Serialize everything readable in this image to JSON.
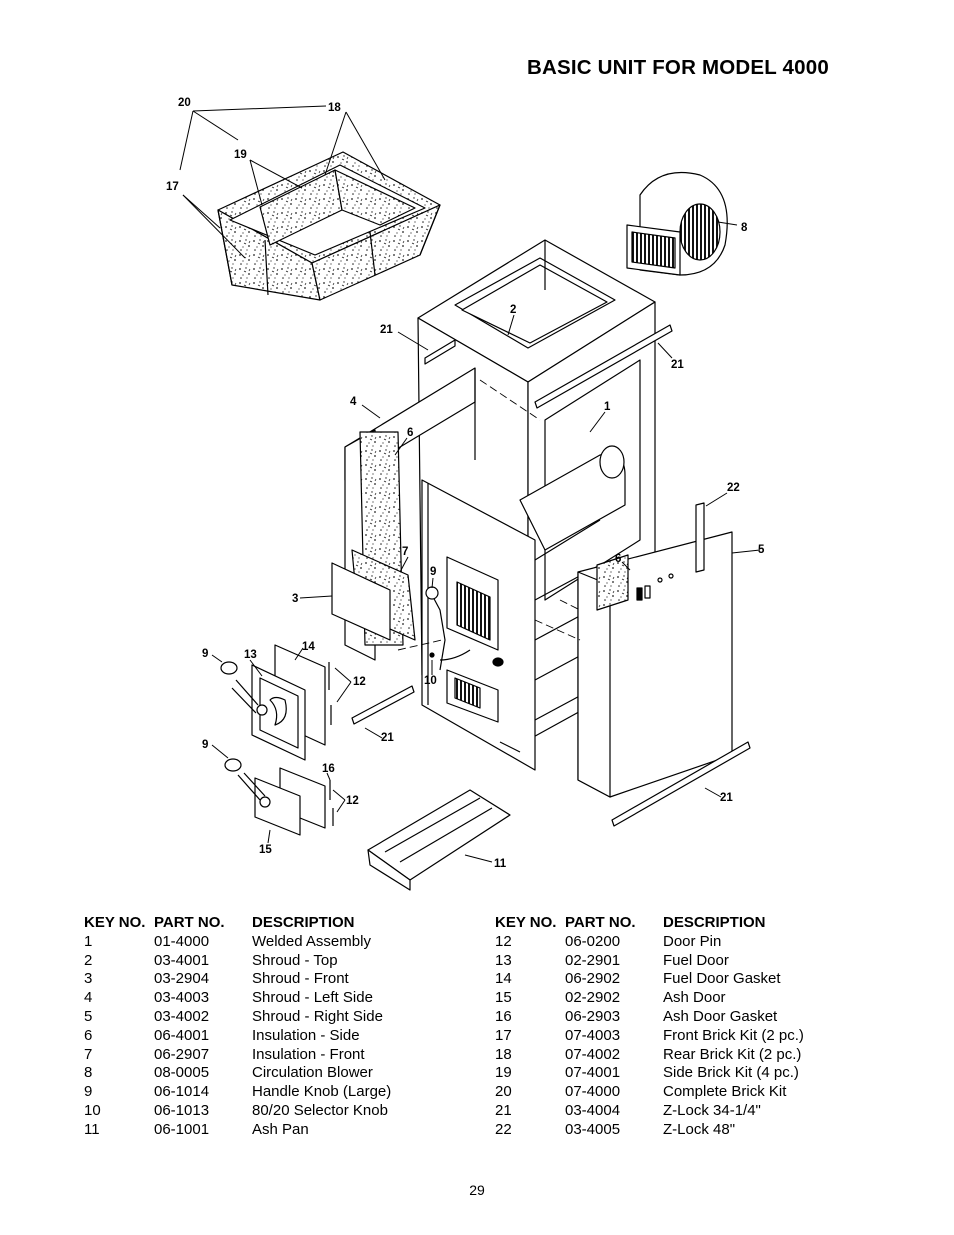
{
  "title": "BASIC UNIT FOR MODEL 4000",
  "table_headers": {
    "key_no": "KEY NO.",
    "part_no": "PART NO.",
    "description": "DESCRIPTION"
  },
  "parts_left": [
    {
      "key": "1",
      "part": "01-4000",
      "desc": "Welded Assembly"
    },
    {
      "key": "2",
      "part": "03-4001",
      "desc": "Shroud - Top"
    },
    {
      "key": "3",
      "part": "03-2904",
      "desc": "Shroud - Front"
    },
    {
      "key": "4",
      "part": "03-4003",
      "desc": "Shroud - Left Side"
    },
    {
      "key": "5",
      "part": "03-4002",
      "desc": "Shroud - Right Side"
    },
    {
      "key": "6",
      "part": "06-4001",
      "desc": "Insulation - Side"
    },
    {
      "key": "7",
      "part": "06-2907",
      "desc": "Insulation - Front"
    },
    {
      "key": "8",
      "part": "08-0005",
      "desc": "Circulation Blower"
    },
    {
      "key": "9",
      "part": "06-1014",
      "desc": "Handle Knob (Large)"
    },
    {
      "key": "10",
      "part": "06-1013",
      "desc": "80/20 Selector Knob"
    },
    {
      "key": "11",
      "part": "06-1001",
      "desc": "Ash Pan"
    }
  ],
  "parts_right": [
    {
      "key": "12",
      "part": "06-0200",
      "desc": "Door Pin"
    },
    {
      "key": "13",
      "part": "02-2901",
      "desc": "Fuel Door"
    },
    {
      "key": "14",
      "part": "06-2902",
      "desc": "Fuel Door Gasket"
    },
    {
      "key": "15",
      "part": "02-2902",
      "desc": "Ash Door"
    },
    {
      "key": "16",
      "part": "06-2903",
      "desc": "Ash Door Gasket"
    },
    {
      "key": "17",
      "part": "07-4003",
      "desc": "Front Brick Kit (2 pc.)"
    },
    {
      "key": "18",
      "part": "07-4002",
      "desc": "Rear Brick Kit (2 pc.)"
    },
    {
      "key": "19",
      "part": "07-4001",
      "desc": "Side Brick Kit (4 pc.)"
    },
    {
      "key": "20",
      "part": "07-4000",
      "desc": "Complete Brick Kit"
    },
    {
      "key": "21",
      "part": "03-4004",
      "desc": "Z-Lock 34-1/4\""
    },
    {
      "key": "22",
      "part": "03-4005",
      "desc": "Z-Lock 48\""
    }
  ],
  "diagram_callouts": [
    "20",
    "18",
    "19",
    "17",
    "8",
    "21",
    "2",
    "21",
    "4",
    "1",
    "6",
    "22",
    "5",
    "9",
    "7",
    "3",
    "6",
    "9",
    "13",
    "14",
    "12",
    "10",
    "21",
    "9",
    "16",
    "12",
    "21",
    "15",
    "11"
  ],
  "page_number": "29"
}
